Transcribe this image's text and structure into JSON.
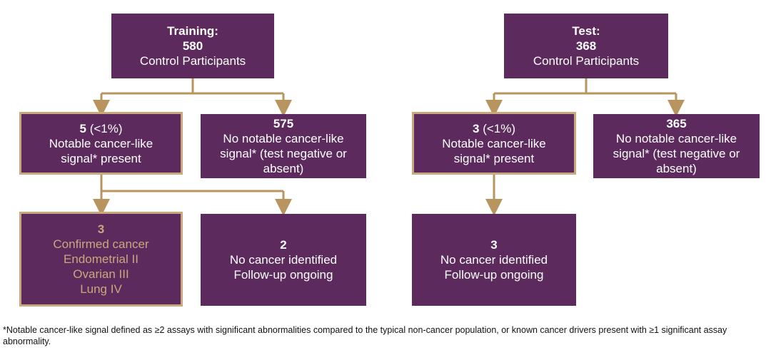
{
  "training": {
    "root": {
      "title": "Training:",
      "count": "580",
      "label": "Control Participants"
    },
    "signal": {
      "count": "5",
      "pct": "(<1%)",
      "line1": "Notable cancer-like",
      "line2": "signal* present"
    },
    "no_signal": {
      "count": "575",
      "line1": "No notable cancer-like",
      "line2": "signal* (test negative or",
      "line3": "absent)"
    },
    "confirmed": {
      "count": "3",
      "line1": "Confirmed cancer",
      "line2": "Endometrial II",
      "line3": "Ovarian III",
      "line4": "Lung IV"
    },
    "no_cancer": {
      "count": "2",
      "line1": "No cancer identified",
      "line2": "Follow-up ongoing"
    }
  },
  "test": {
    "root": {
      "title": "Test:",
      "count": "368",
      "label": "Control Participants"
    },
    "signal": {
      "count": "3",
      "pct": "(<1%)",
      "line1": "Notable cancer-like",
      "line2": "signal* present"
    },
    "no_signal": {
      "count": "365",
      "line1": "No notable cancer-like",
      "line2": "signal* (test negative or",
      "line3": "absent)"
    },
    "no_cancer": {
      "count": "3",
      "line1": "No cancer identified",
      "line2": "Follow-up ongoing"
    }
  },
  "footnote": "*Notable cancer-like signal defined as ≥2 assays with significant abnormalities compared to the typical non-cancer population, or known cancer drivers present with ≥1 significant assay abnormality.",
  "colors": {
    "box": "#5c2a5d",
    "accent": "#c9a87c",
    "connector": "#b8945f"
  }
}
